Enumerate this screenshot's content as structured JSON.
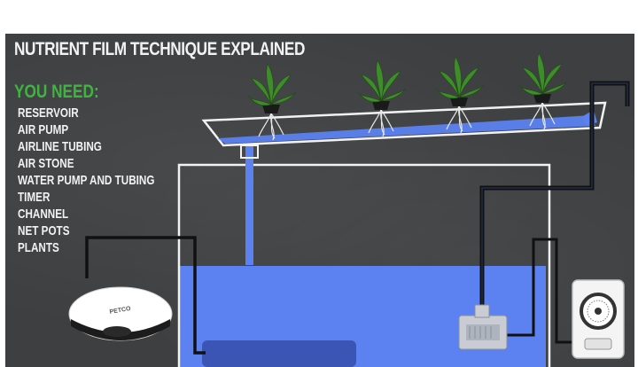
{
  "title": "NUTRIENT FILM TECHNIQUE EXPLAINED",
  "you_need": {
    "heading": "YOU NEED:",
    "items": [
      "RESERVOIR",
      "AIR PUMP",
      "AIRLINE TUBING",
      "AIR STONE",
      "WATER PUMP AND TUBING",
      "TIMER",
      "CHANNEL",
      "NET POTS",
      "PLANTS"
    ]
  },
  "pump_brand": "PETCO",
  "colors": {
    "board": "#3d3f41",
    "water": "#5b82f0",
    "heading_green": "#3fb53f",
    "outline": "#f2f2f2",
    "tubing": "#111111"
  },
  "icons": [
    "plant-icon",
    "air-pump-icon",
    "water-pump-icon",
    "timer-icon",
    "air-stone-icon"
  ]
}
